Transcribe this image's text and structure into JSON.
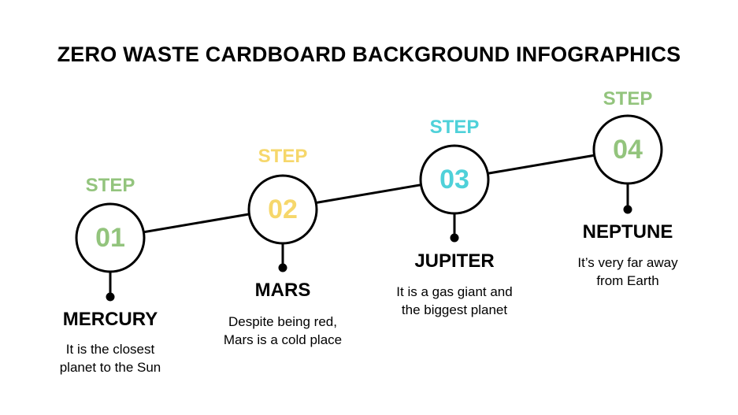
{
  "title": "ZERO WASTE CARDBOARD BACKGROUND INFOGRAPHICS",
  "steps": [
    {
      "label": "STEP",
      "number": "01",
      "heading": "MERCURY",
      "line1": "It is the closest",
      "line2": "planet to the Sun",
      "color": "#93c47d"
    },
    {
      "label": "STEP",
      "number": "02",
      "heading": "MARS",
      "line1": "Despite being red,",
      "line2": "Mars is a cold place",
      "color": "#f6d76b"
    },
    {
      "label": "STEP",
      "number": "03",
      "heading": "JUPITER",
      "line1": "It is a gas giant and",
      "line2": "the biggest planet",
      "color": "#4fd1d9"
    },
    {
      "label": "STEP",
      "number": "04",
      "heading": "NEPTUNE",
      "line1": "It’s very far away",
      "line2": "from Earth",
      "color": "#93c47d"
    }
  ]
}
